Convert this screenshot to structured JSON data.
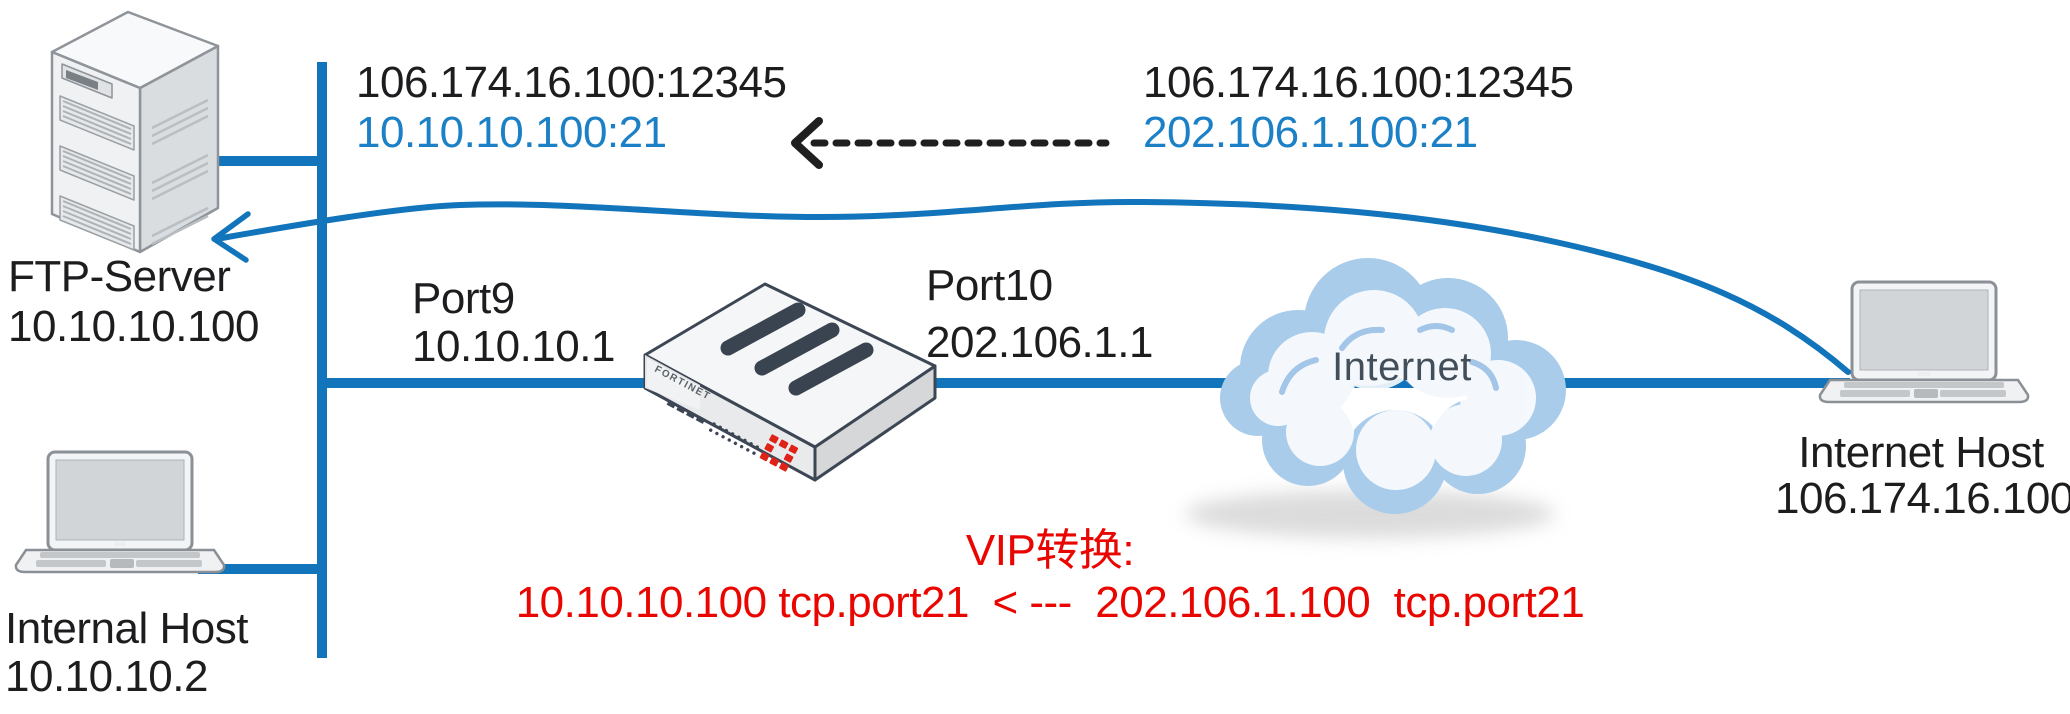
{
  "flow_left": {
    "line1": "106.174.16.100:12345",
    "line2": "10.10.10.100:21"
  },
  "flow_right": {
    "line1": "106.174.16.100:12345",
    "line2": "202.106.1.100:21"
  },
  "ftp_server": {
    "name": "FTP-Server",
    "ip": "10.10.10.100"
  },
  "internal_host": {
    "name": "Internal Host",
    "ip": "10.10.10.2"
  },
  "internet_host": {
    "name": "Internet Host",
    "ip": "106.174.16.100"
  },
  "firewall": {
    "brand": "FORTINET",
    "port_internal": {
      "name": "Port9",
      "ip": "10.10.10.1"
    },
    "port_external": {
      "name": "Port10",
      "ip": "202.106.1.1"
    }
  },
  "cloud": {
    "label": "Internet"
  },
  "vip": {
    "title": "VIP转换:",
    "rule": "10.10.10.100 tcp.port21  < ---  202.106.1.100  tcp.port21"
  },
  "colors": {
    "link_blue": "#1274ba",
    "text_blue": "#1b80c5",
    "vip_red": "#ea0600",
    "arrow_black": "#1f1f1f",
    "fortinet_red": "#e02318"
  }
}
